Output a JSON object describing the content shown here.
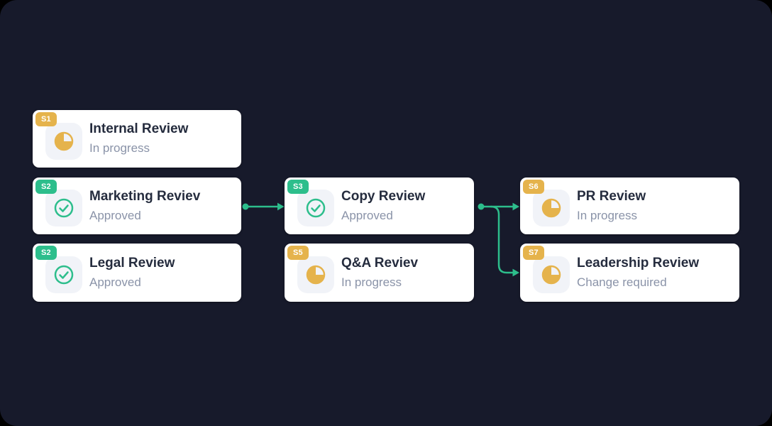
{
  "colors": {
    "canvas_bg": "#171A2B",
    "card_bg": "#FFFFFF",
    "icon_bg": "#F1F3F8",
    "yellow": "#E5B34C",
    "green": "#2DBE8C",
    "title_color": "#252C3E",
    "status_color": "#8A93A8"
  },
  "nodes": [
    {
      "badge": "S1",
      "badge_color": "yellow",
      "icon": "pie-progress-icon",
      "title": "Internal Review",
      "status": "In progress"
    },
    {
      "badge": "S2",
      "badge_color": "green",
      "icon": "check-circle-icon",
      "title": "Marketing Reviev",
      "status": "Approved"
    },
    {
      "badge": "S2",
      "badge_color": "green",
      "icon": "check-circle-icon",
      "title": "Legal Review",
      "status": "Approved"
    },
    {
      "badge": "S3",
      "badge_color": "green",
      "icon": "check-circle-icon",
      "title": "Copy Review",
      "status": "Approved"
    },
    {
      "badge": "S5",
      "badge_color": "yellow",
      "icon": "pie-progress-icon",
      "title": "Q&A Reviev",
      "status": "In progress"
    },
    {
      "badge": "S6",
      "badge_color": "yellow",
      "icon": "pie-progress-icon",
      "title": "PR Review",
      "status": "In progress"
    },
    {
      "badge": "S7",
      "badge_color": "yellow",
      "icon": "pie-progress-icon",
      "title": "Leadership Review",
      "status": "Change required"
    }
  ],
  "edges": [
    {
      "from": "Marketing Reviev",
      "to": "Copy Review"
    },
    {
      "from": "Copy Review",
      "to": "PR Review"
    },
    {
      "from": "Copy Review",
      "to": "Leadership Review"
    }
  ]
}
